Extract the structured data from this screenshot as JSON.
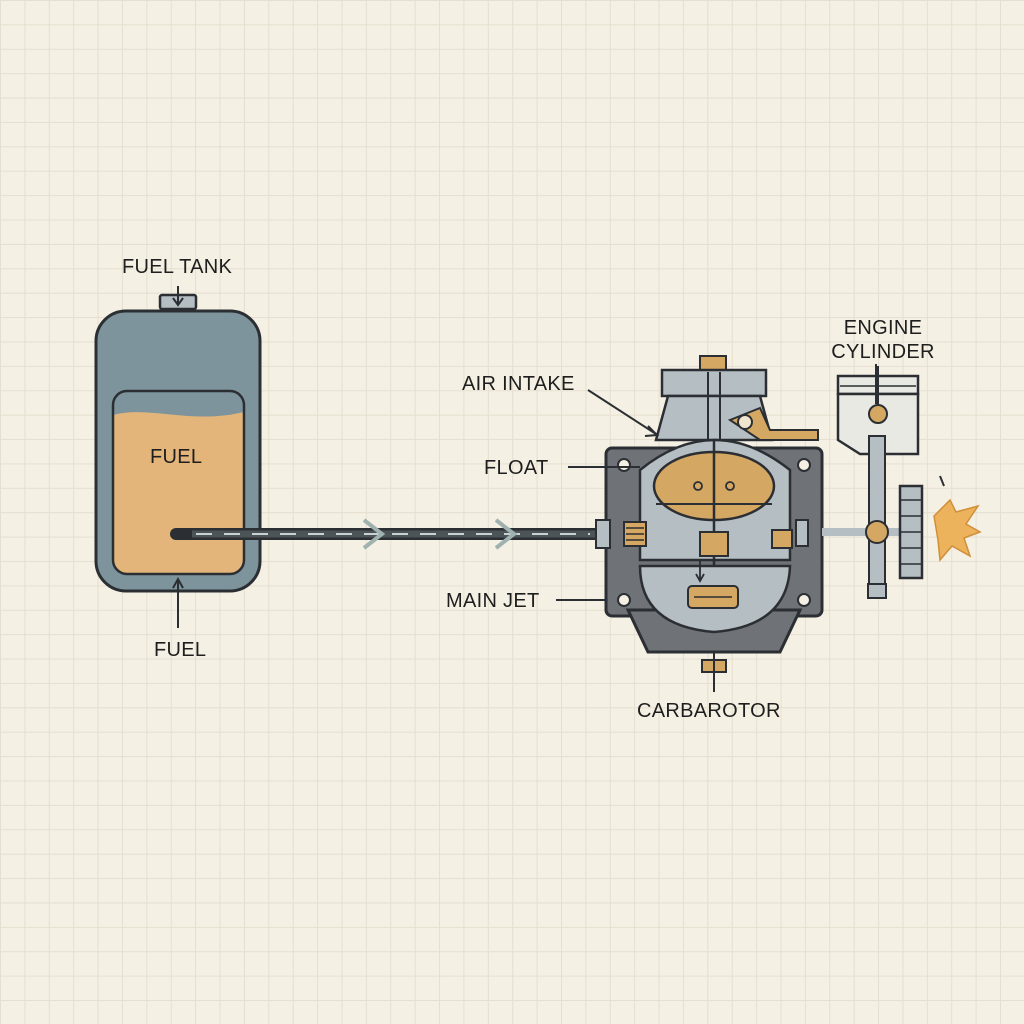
{
  "labels": {
    "fuel_tank": "FUEL TANK",
    "fuel_inside": "FUEL",
    "fuel_bottom": "FUEL",
    "air_intake": "AIR INTAKE",
    "float": "FLOAT",
    "main_jet": "MAIN JET",
    "carburetor": "CARBAROTOR",
    "engine_cylinder_line1": "ENGINE",
    "engine_cylinder_line2": "CYLINDER"
  },
  "colors": {
    "background": "#f5f0e4",
    "grid": "#e5dfcf",
    "tank_body": "#7d949c",
    "fuel": "#e3b57a",
    "outline": "#2b2f33",
    "body_dark": "#6f7377",
    "body_light": "#b5bec2",
    "bronze": "#d4a762",
    "spark": "#ecb25c"
  }
}
